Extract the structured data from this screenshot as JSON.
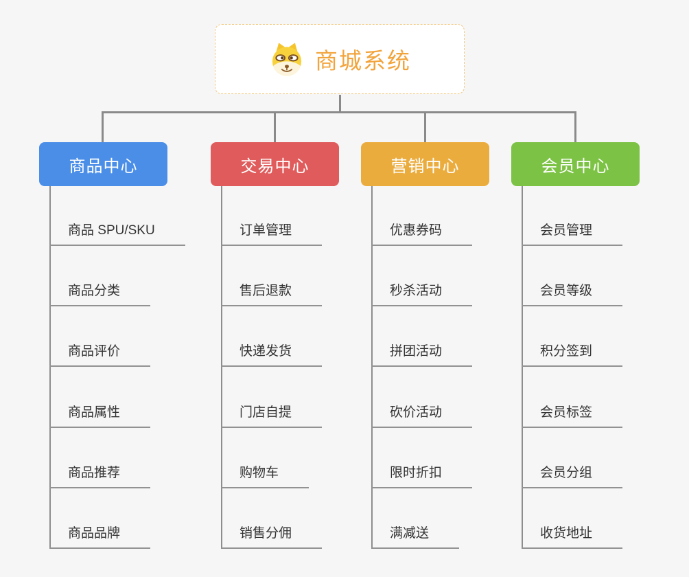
{
  "root": {
    "label": "商城系统",
    "icon": "doge-icon",
    "text_color": "#f2a43c",
    "border_color": "#f2c87f"
  },
  "connector_color": "#8a8a8a",
  "branches": [
    {
      "label": "商品中心",
      "color": "#4a8ee8",
      "items": [
        "商品 SPU/SKU",
        "商品分类",
        "商品评价",
        "商品属性",
        "商品推荐",
        "商品品牌"
      ]
    },
    {
      "label": "交易中心",
      "color": "#e05b5b",
      "items": [
        "订单管理",
        "售后退款",
        "快递发货",
        "门店自提",
        "购物车",
        "销售分佣"
      ]
    },
    {
      "label": "营销中心",
      "color": "#ebac3e",
      "items": [
        "优惠券码",
        "秒杀活动",
        "拼团活动",
        "砍价活动",
        "限时折扣",
        "满减送"
      ]
    },
    {
      "label": "会员中心",
      "color": "#7cc244",
      "items": [
        "会员管理",
        "会员等级",
        "积分签到",
        "会员标签",
        "会员分组",
        "收货地址"
      ]
    }
  ]
}
